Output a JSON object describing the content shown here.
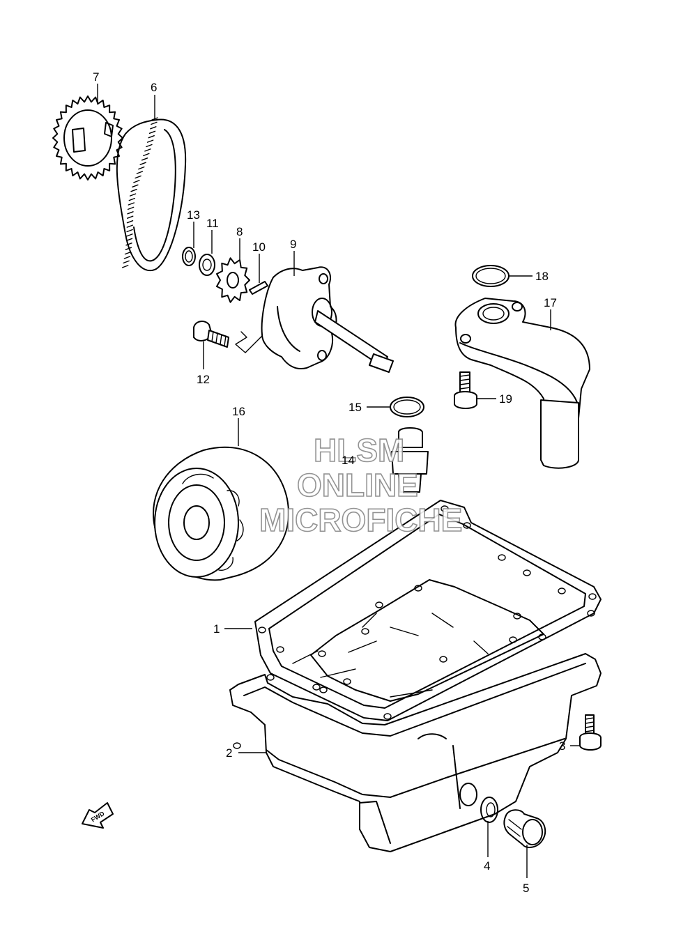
{
  "callouts": [
    {
      "id": "1",
      "label": "1"
    },
    {
      "id": "2",
      "label": "2"
    },
    {
      "id": "3",
      "label": "3"
    },
    {
      "id": "4",
      "label": "4"
    },
    {
      "id": "5",
      "label": "5"
    },
    {
      "id": "6",
      "label": "6"
    },
    {
      "id": "7",
      "label": "7"
    },
    {
      "id": "8",
      "label": "8"
    },
    {
      "id": "9",
      "label": "9"
    },
    {
      "id": "10",
      "label": "10"
    },
    {
      "id": "11",
      "label": "11"
    },
    {
      "id": "12",
      "label": "12"
    },
    {
      "id": "13",
      "label": "13"
    },
    {
      "id": "14",
      "label": "14"
    },
    {
      "id": "15",
      "label": "15"
    },
    {
      "id": "16",
      "label": "16"
    },
    {
      "id": "17",
      "label": "17"
    },
    {
      "id": "18",
      "label": "18"
    },
    {
      "id": "19",
      "label": "19"
    }
  ],
  "watermark": {
    "line1": "HLSM",
    "line2": "ONLINE",
    "line3": "MICROFICHE"
  },
  "fwd_label": "FWD",
  "colors": {
    "line": "#000000",
    "background": "#ffffff",
    "watermark_outline": "#888888"
  }
}
